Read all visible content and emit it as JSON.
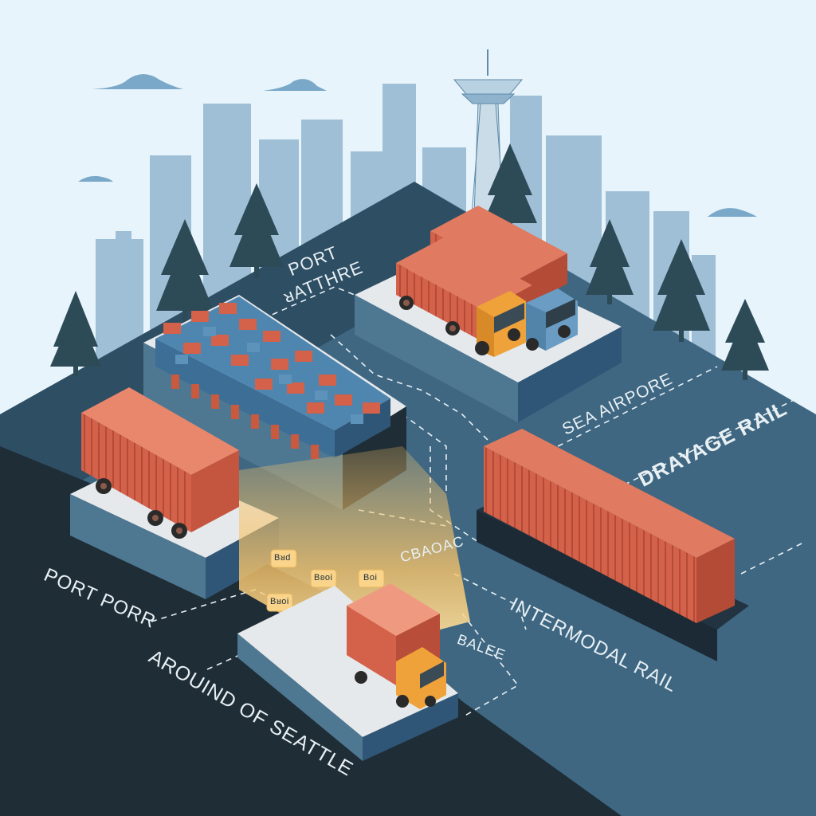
{
  "labels": {
    "port_seattle_top": "PORT",
    "port_seattle_sub": "ᴚATTHRE",
    "sea_airport": "SEA AIRPORE",
    "drayage_rail": "DRAYAGE RAIL",
    "intermodal_rail": "INTERMODAL RAIL",
    "port_porr": "PORT PORR",
    "around_seattle": "AROUIND OF SEATTLE",
    "cbaoac": "CBAOAC",
    "balee": "BALEE"
  },
  "crate_tags": [
    "Bᴚd",
    "Bʚoi",
    "Boi",
    "Bᴚoi"
  ],
  "colors": {
    "sky": "#e7f4fb",
    "skyline": "#9fbfd6",
    "ground_dark": "#1f2d36",
    "ground_blue": "#3f6782",
    "platform_top": "#e6e9ec",
    "platform_side": "#4e7892",
    "container_red": "#d4614a",
    "container_blue": "#4f86b0",
    "truck_orange": "#f0a23a",
    "truck_blue": "#6a9cc4",
    "tree": "#2d4a57",
    "glow": "#f7c46a"
  }
}
